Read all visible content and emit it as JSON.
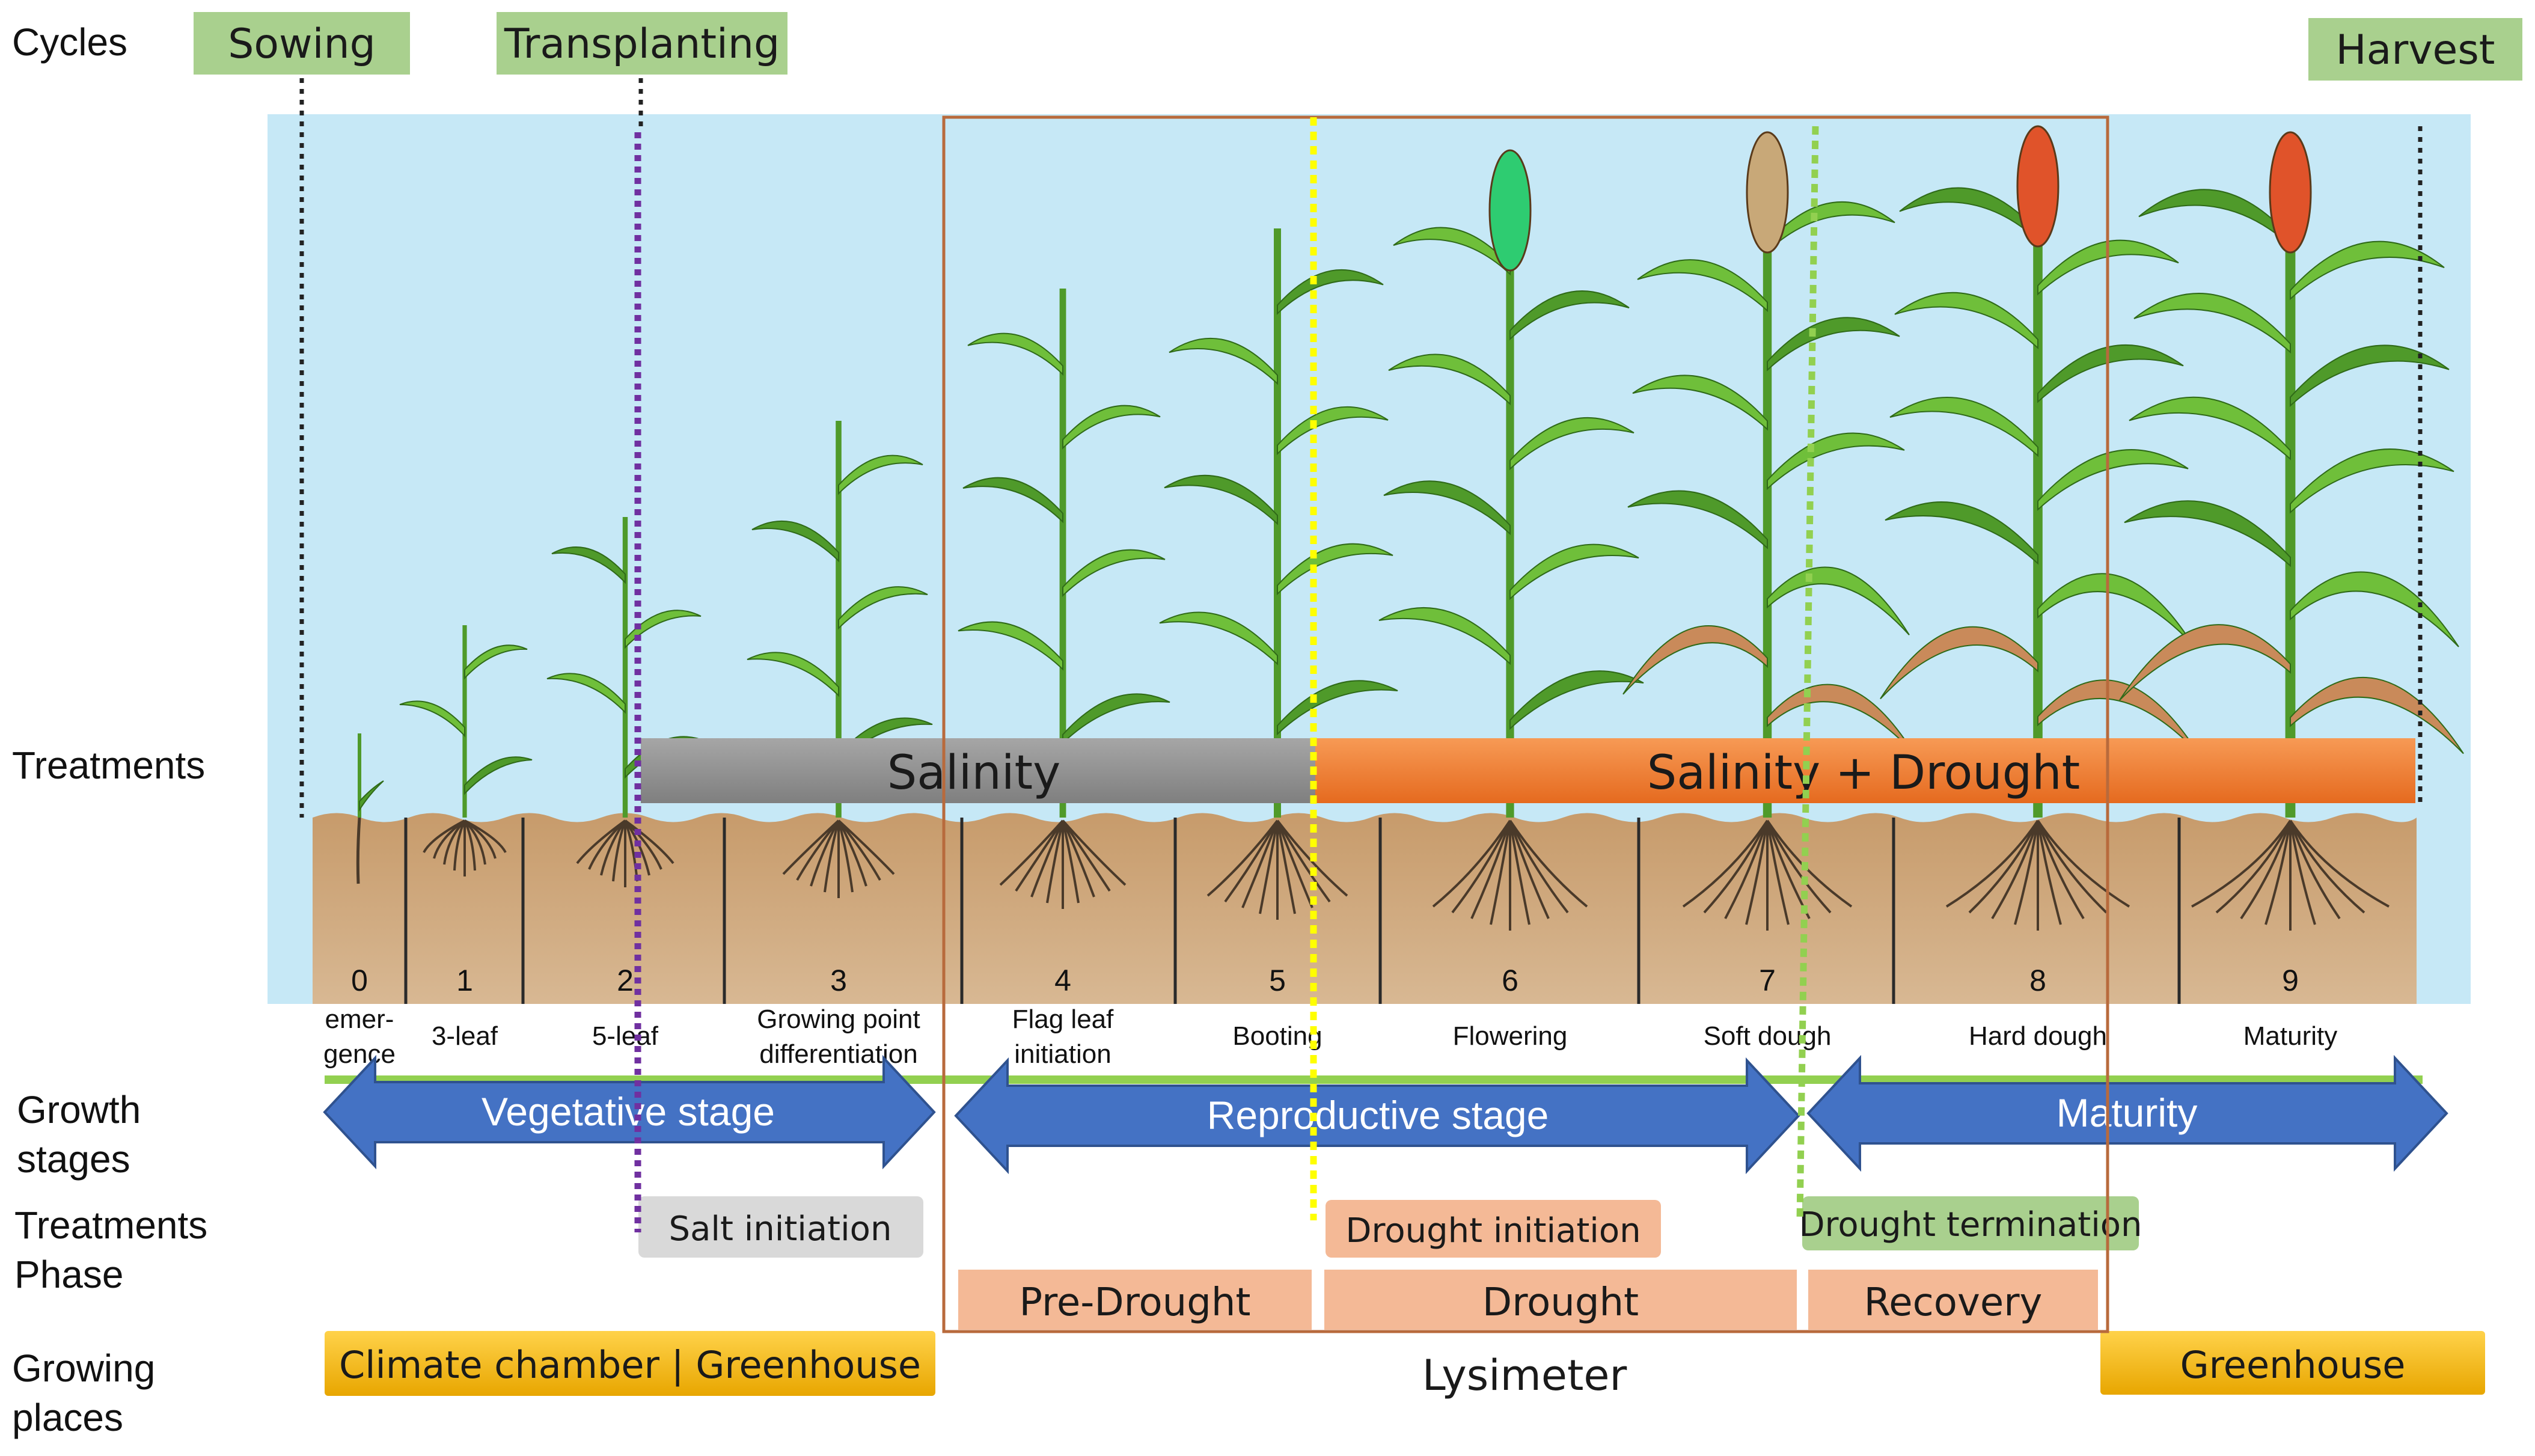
{
  "rows": {
    "cycles": "Cycles",
    "treatments": "Treatments",
    "growth_stages": [
      "Growth",
      "stages"
    ],
    "treatments_phase": [
      "Treatments",
      "Phase"
    ],
    "growing_places": [
      "Growing",
      "places"
    ]
  },
  "cycles": [
    {
      "label": "Sowing"
    },
    {
      "label": "Transplanting"
    },
    {
      "label": "Harvest"
    }
  ],
  "stages": [
    {
      "number": "0",
      "name": [
        "emer-",
        "gence"
      ]
    },
    {
      "number": "1",
      "name": [
        "3-leaf"
      ]
    },
    {
      "number": "2",
      "name": [
        "5-leaf"
      ]
    },
    {
      "number": "3",
      "name": [
        "Growing point",
        "differentiation"
      ]
    },
    {
      "number": "4",
      "name": [
        "Flag leaf",
        "initiation"
      ]
    },
    {
      "number": "5",
      "name": [
        "Booting"
      ]
    },
    {
      "number": "6",
      "name": [
        "Flowering"
      ]
    },
    {
      "number": "7",
      "name": [
        "Soft dough"
      ]
    },
    {
      "number": "8",
      "name": [
        "Hard dough"
      ]
    },
    {
      "number": "9",
      "name": [
        "Maturity"
      ]
    }
  ],
  "treatments": [
    {
      "label": "Salinity",
      "color": "#8c8c8c"
    },
    {
      "label": "Salinity + Drought",
      "color": "#ef7d33"
    }
  ],
  "growth_stages": [
    {
      "label": "Vegetative stage"
    },
    {
      "label": "Reproductive stage"
    },
    {
      "label": "Maturity"
    }
  ],
  "phase_markers": [
    {
      "label": "Salt initiation",
      "color": "#d9d9d9"
    },
    {
      "label": "Drought initiation",
      "color": "#f4b996"
    },
    {
      "label": "Drought termination",
      "color": "#a9d08e"
    }
  ],
  "phases": [
    {
      "label": "Pre-Drought"
    },
    {
      "label": "Drought"
    },
    {
      "label": "Recovery"
    }
  ],
  "growing_places": [
    {
      "label": "Climate chamber | Greenhouse"
    },
    {
      "label": "Lysimeter"
    },
    {
      "label": "Greenhouse"
    }
  ],
  "colors": {
    "sky": "#c6e8f6",
    "soil": "#c49a6c",
    "cycle_box": "#a9d08e",
    "arrow_blue": "#4472c4",
    "place_gold": "#f5b800",
    "lysimeter_border": "#b86a3c",
    "salt_line": "#7030a0",
    "drought_line": "#ffff00",
    "termination_line": "#92d050",
    "leaf": "#6fbf3a",
    "head_green": "#2ecc71",
    "head_tan": "#c8a878",
    "head_red": "#e0532a"
  }
}
